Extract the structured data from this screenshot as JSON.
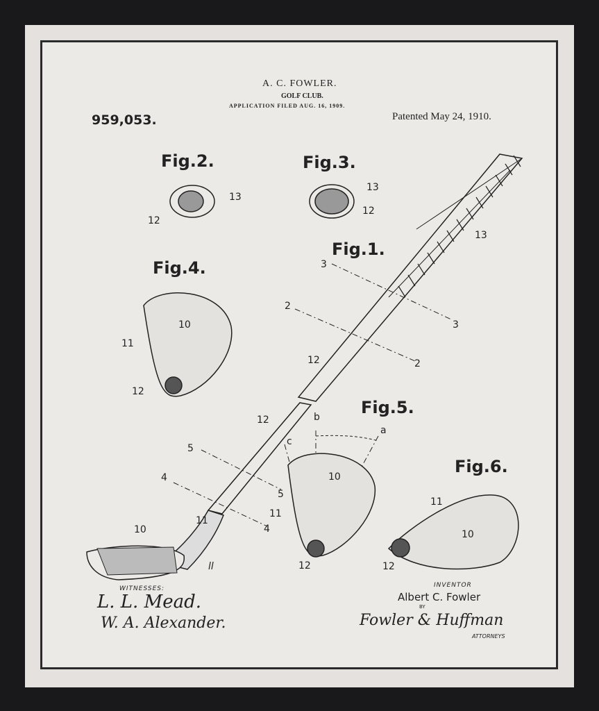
{
  "header": {
    "inventor_name": "A. C. FOWLER.",
    "title": "GOLF CLUB.",
    "filed": "APPLICATION FILED AUG. 16, 1909.",
    "patent_number": "959,053.",
    "patented": "Patented May 24, 1910."
  },
  "figures": [
    "Fig.1.",
    "Fig.2.",
    "Fig.3.",
    "Fig.4.",
    "Fig.5.",
    "Fig.6."
  ],
  "labels": [
    "13",
    "12",
    "13",
    "12",
    "13",
    "3",
    "3",
    "2",
    "2",
    "12",
    "10",
    "11",
    "12",
    "12",
    "b",
    "a",
    "c",
    "5",
    "5",
    "4",
    "4",
    "10",
    "11",
    "12",
    "10",
    "11",
    "10",
    "12",
    "11",
    "ll"
  ],
  "footer": {
    "witnesses_label": "WITNESSES:",
    "witness_1": "L. L. Mead.",
    "witness_2": "W. A. Alexander.",
    "inventor_label": "INVENTOR",
    "inventor": "Albert C. Fowler",
    "by_label": "BY",
    "attorneys_signature": "Fowler & Huffman",
    "attorneys_label": "ATTORNEYS"
  }
}
